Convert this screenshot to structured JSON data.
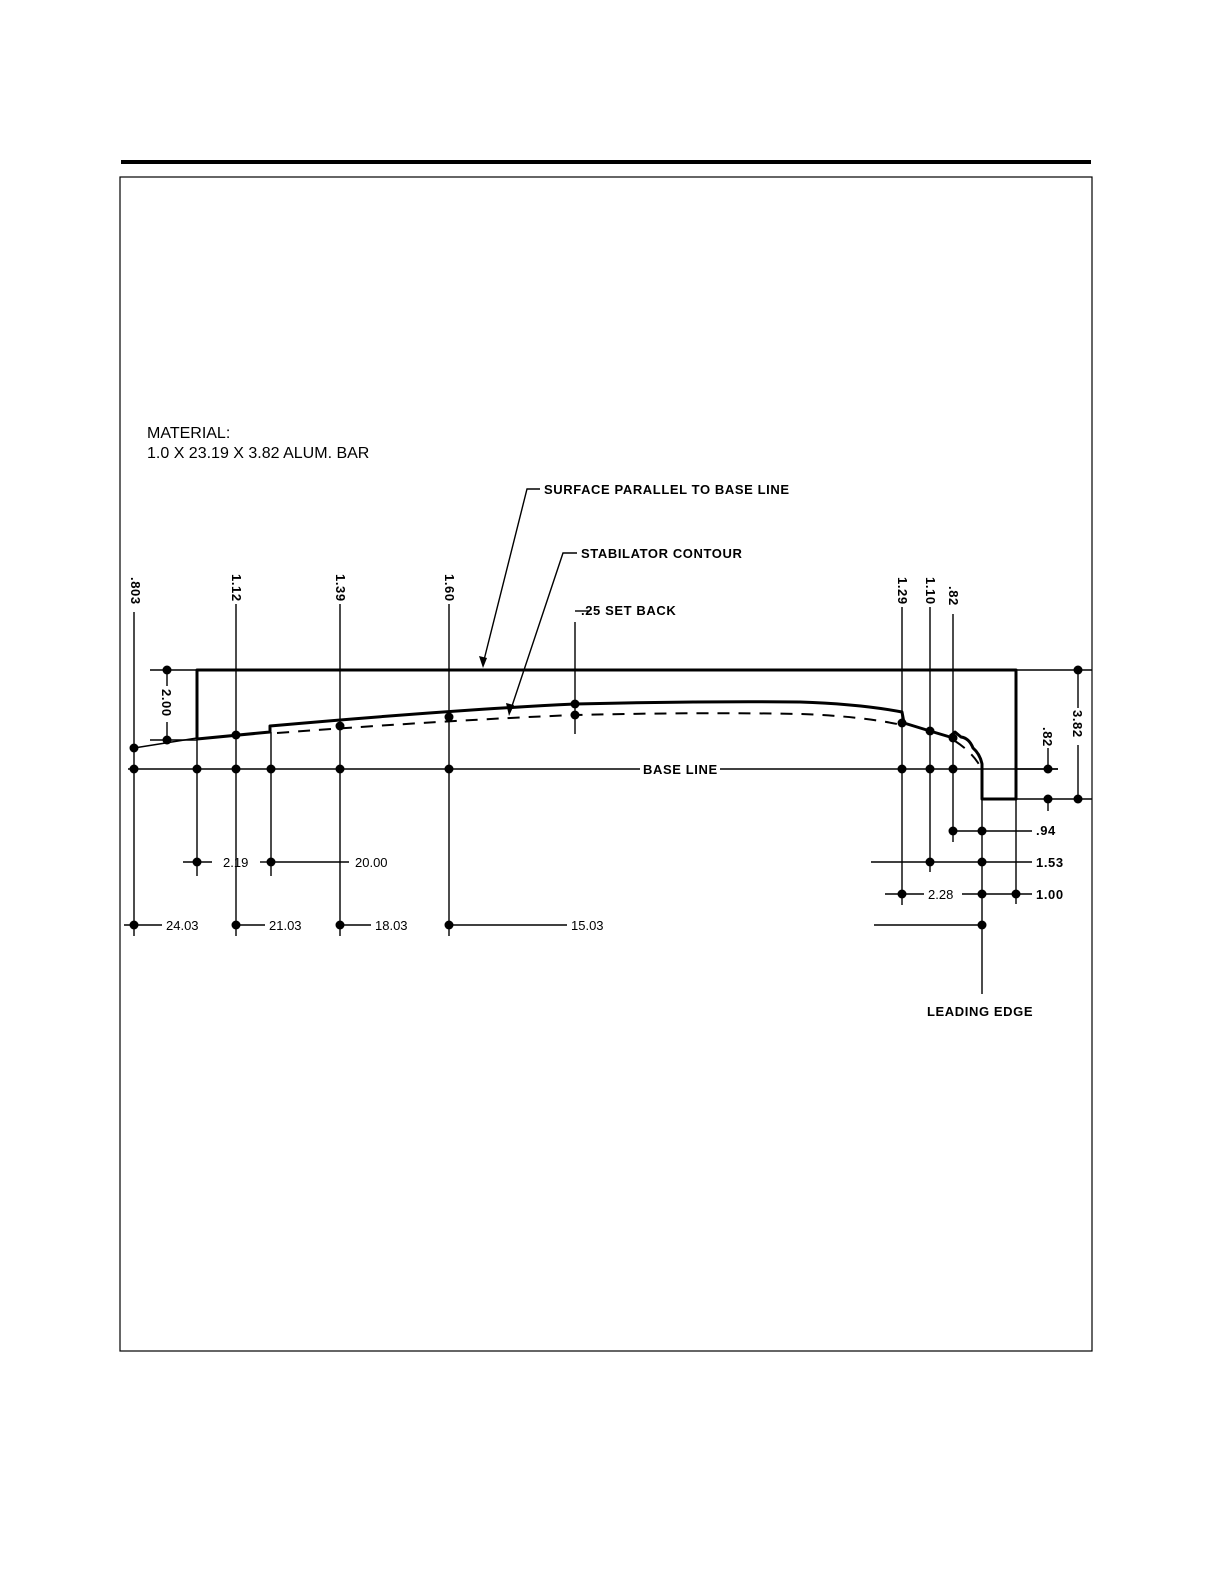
{
  "material": {
    "heading": "MATERIAL:",
    "spec": "1.0 X 23.19 X 3.82 ALUM. BAR"
  },
  "callouts": {
    "surface": "SURFACE PARALLEL TO BASE LINE",
    "contour": "STABILATOR CONTOUR",
    "setback": ".25 SET BACK",
    "base_line": "BASE LINE",
    "leading_edge": "LEADING EDGE"
  },
  "heights": {
    "h803": ".803",
    "h112": "1.12",
    "h139": "1.39",
    "h160": "1.60",
    "h129": "1.29",
    "h110": "1.10",
    "h82": ".82",
    "h200": "2.00",
    "h82_right": ".82",
    "h382": "3.82"
  },
  "stations": {
    "s219": "2.19",
    "s2000": "20.00",
    "s2403": "24.03",
    "s2103": "21.03",
    "s1803": "18.03",
    "s1503": "15.03",
    "s94": ".94",
    "s153": "1.53",
    "s228": "2.28",
    "s100": "1.00"
  }
}
